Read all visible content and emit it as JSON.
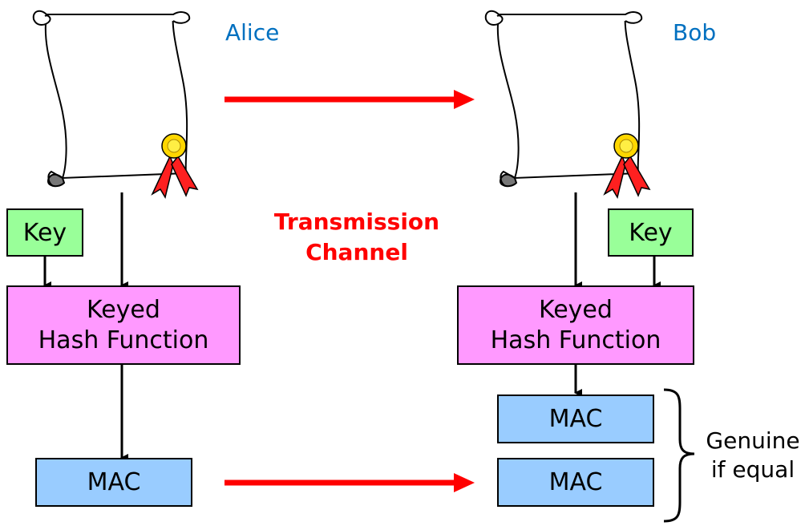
{
  "names": {
    "sender": "Alice",
    "receiver": "Bob"
  },
  "channel": {
    "line1": "Transmission",
    "line2": "Channel"
  },
  "sender": {
    "key_label": "Key",
    "hash_line1": "Keyed",
    "hash_line2": "Hash Function",
    "mac_label": "MAC"
  },
  "receiver": {
    "key_label": "Key",
    "hash_line1": "Keyed",
    "hash_line2": "Hash Function",
    "mac_computed_label": "MAC",
    "mac_received_label": "MAC"
  },
  "verdict": {
    "line1": "Genuine",
    "line2": "if equal"
  },
  "colors": {
    "key_fill": "#99ff99",
    "hash_fill": "#ff99ff",
    "mac_fill": "#99ccff",
    "name_text": "#0070c0",
    "channel_arrow": "#ff0000",
    "seal_gold": "#ffd700",
    "ribbon_red": "#ff2020"
  },
  "icons": [
    "scroll-document-icon",
    "seal-ribbon-icon"
  ]
}
